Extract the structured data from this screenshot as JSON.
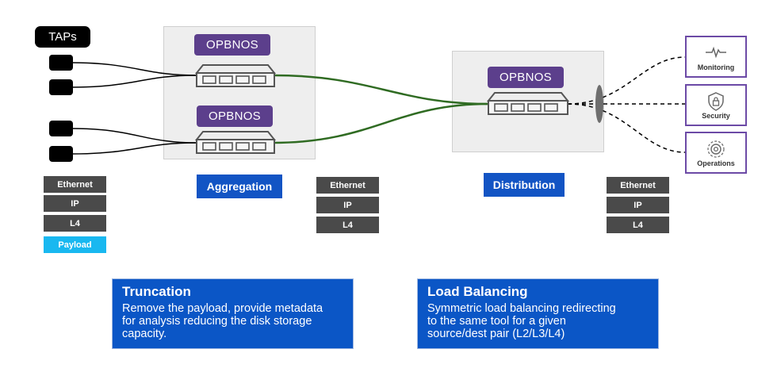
{
  "taps": {
    "label": "TAPs"
  },
  "switches": {
    "top_label": "OPBNOS",
    "bottom_label": "OPBNOS",
    "dist_label": "OPBNOS"
  },
  "zones": {
    "aggregation": "Aggregation",
    "distribution": "Distribution"
  },
  "stacks": {
    "left": [
      "Ethernet",
      "IP",
      "L4",
      "Payload"
    ],
    "middle": [
      "Ethernet",
      "IP",
      "L4"
    ],
    "right": [
      "Ethernet",
      "IP",
      "L4"
    ]
  },
  "tools": [
    {
      "label": "Monitoring",
      "icon": "heartbeat-icon"
    },
    {
      "label": "Security",
      "icon": "shield-lock-icon"
    },
    {
      "label": "Operations",
      "icon": "gear-icon"
    }
  ],
  "info": {
    "truncation": {
      "title": "Truncation",
      "desc": "Remove the payload, provide metadata\nfor analysis reducing the disk storage\ncapacity."
    },
    "load_balancing": {
      "title": "Load Balancing",
      "desc": "Symmetric load balancing redirecting\nto the same tool  for a given\nsource/dest pair (L2/L3/L4)"
    }
  },
  "colors": {
    "switch_label": "#5c3f8c",
    "link_green": "#2f6b22",
    "accent_blue": "#1254c4",
    "payload": "#19b8f0",
    "tool_border": "#6c4aa6"
  }
}
